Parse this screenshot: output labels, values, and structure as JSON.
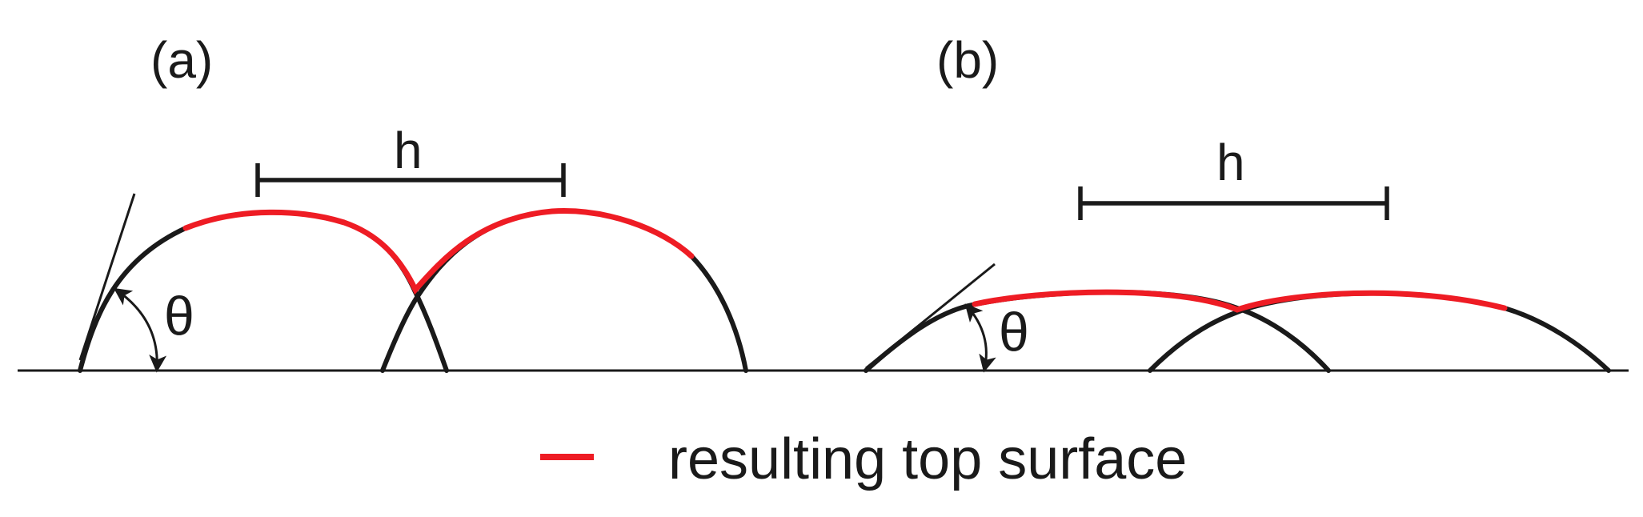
{
  "panels": {
    "a": {
      "label": "(a)",
      "spacing_label": "h",
      "angle_label": "θ"
    },
    "b": {
      "label": "(b)",
      "spacing_label": "h",
      "angle_label": "θ"
    }
  },
  "legend": {
    "text": "resulting top surface",
    "swatch_color": "#ee1c24"
  },
  "colors": {
    "outline": "#1a1a1a",
    "top_surface": "#ee1c24"
  }
}
